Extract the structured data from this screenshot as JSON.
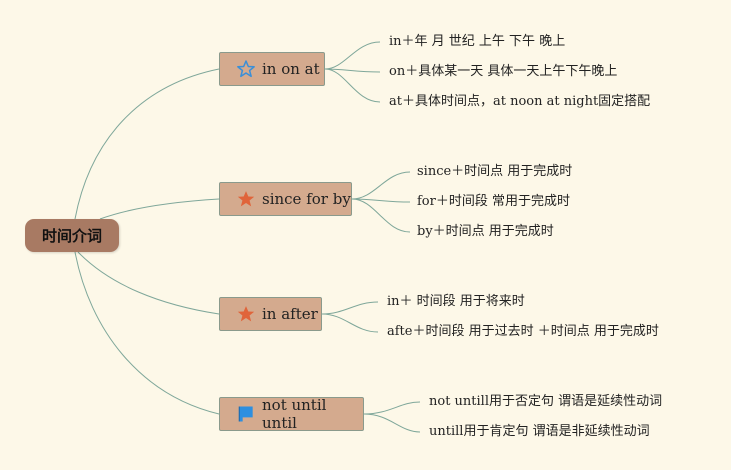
{
  "root": {
    "label": "时间介词"
  },
  "branches": [
    {
      "label": "in on at",
      "icon": "star-outline-icon",
      "leaves": [
        "in＋年 月 世纪 上午 下午 晚上",
        "on＋具体某一天 具体一天上午下午晚上",
        "at＋具体时间点，at noon at night固定搭配"
      ]
    },
    {
      "label": "since for by",
      "icon": "star-filled-icon",
      "leaves": [
        "since＋时间点 用于完成时",
        "for＋时间段 常用于完成时",
        "by＋时间点 用于完成时"
      ]
    },
    {
      "label": "in after",
      "icon": "star-filled-icon",
      "leaves": [
        "in＋ 时间段 用于将来时",
        "afte＋时间段 用于过去时 ＋时间点 用于完成时"
      ]
    },
    {
      "label": "not until until",
      "icon": "flag-icon",
      "leaves": [
        "not untill用于否定句 谓语是延续性动词",
        "untill用于肯定句 谓语是非延续性动词"
      ]
    }
  ],
  "colors": {
    "background": "#fdf8e8",
    "connector": "#7fa79a",
    "root": "#a87a63",
    "topic": "#d4aa8e",
    "star_filled": "#e0643a",
    "star_outline": "#3a8fd8",
    "flag": "#2d8fe0"
  }
}
